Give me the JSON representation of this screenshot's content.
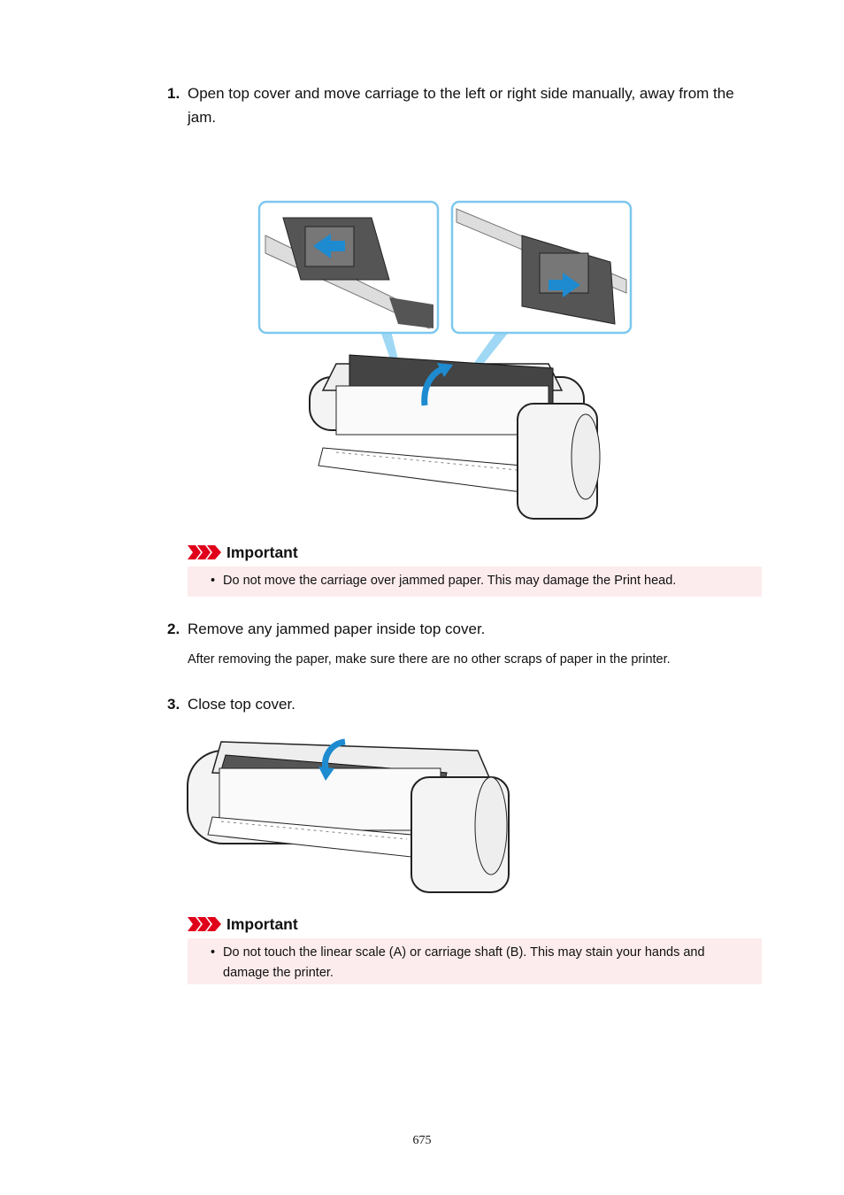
{
  "steps": [
    {
      "number": "1.",
      "text": "Open top cover and move carriage to the left or right side manually, away from the jam."
    },
    {
      "number": "2.",
      "text": "Remove any jammed paper inside top cover.",
      "note": "After removing the paper, make sure there are no other scraps of paper in the printer."
    },
    {
      "number": "3.",
      "text": "Close top cover."
    }
  ],
  "important": [
    {
      "label": "Important",
      "items": [
        "Do not move the carriage over jammed paper. This may damage the Print head."
      ]
    },
    {
      "label": "Important",
      "items": [
        "Do not touch the linear scale (A) or carriage shaft (B). This may stain your hands and damage the printer."
      ]
    }
  ],
  "colors": {
    "important_bg": "#fdeced",
    "important_icon": "#e0001a",
    "callout_border": "#7dc8ee",
    "arrow_blue": "#1e8bd0"
  },
  "page_number": "675"
}
